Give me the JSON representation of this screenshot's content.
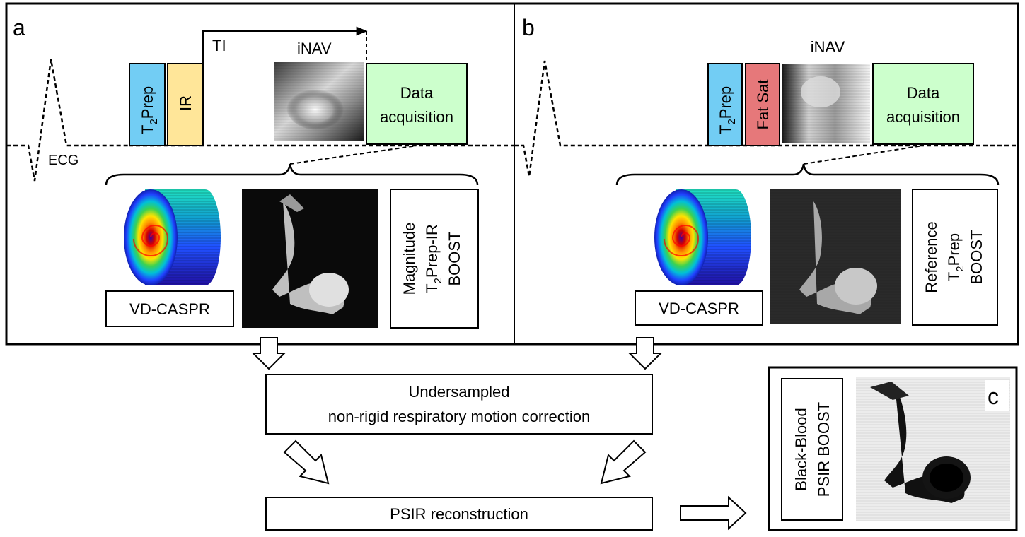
{
  "panel_a": {
    "letter": "a",
    "ecg_label": "ECG",
    "ti_label": "TI",
    "inav_label": "iNAV",
    "t2prep": {
      "base": "T",
      "sub": "2",
      "rest": "Prep"
    },
    "ir_label": "IR",
    "data_acq": [
      "Data",
      "acquisition"
    ],
    "vdcaspr_label": "VD-CASPR",
    "image_label": {
      "line1": "Magnitude",
      "line2_base": "T",
      "line2_sub": "2",
      "line2_rest": "Prep-IR",
      "line3": "BOOST"
    }
  },
  "panel_b": {
    "letter": "b",
    "inav_label": "iNAV",
    "t2prep": {
      "base": "T",
      "sub": "2",
      "rest": "Prep"
    },
    "fatsat_label": "Fat Sat",
    "data_acq": [
      "Data",
      "acquisition"
    ],
    "vdcaspr_label": "VD-CASPR",
    "image_label": {
      "line1": "Reference",
      "line2_base": "T",
      "line2_sub": "2",
      "line2_rest": "Prep",
      "line3": "BOOST"
    }
  },
  "panel_c": {
    "letter": "c",
    "label": [
      "Black-Blood",
      "PSIR BOOST"
    ]
  },
  "motion_correction": [
    "Undersampled",
    "non-rigid respiratory motion correction"
  ],
  "psir_reconstruction": "PSIR reconstruction",
  "colors": {
    "t2prep": "#72CDF4",
    "ir": "#FFE699",
    "fatsat": "#E6787A",
    "data_acq": "#CCFFCC",
    "stroke": "#000000"
  }
}
